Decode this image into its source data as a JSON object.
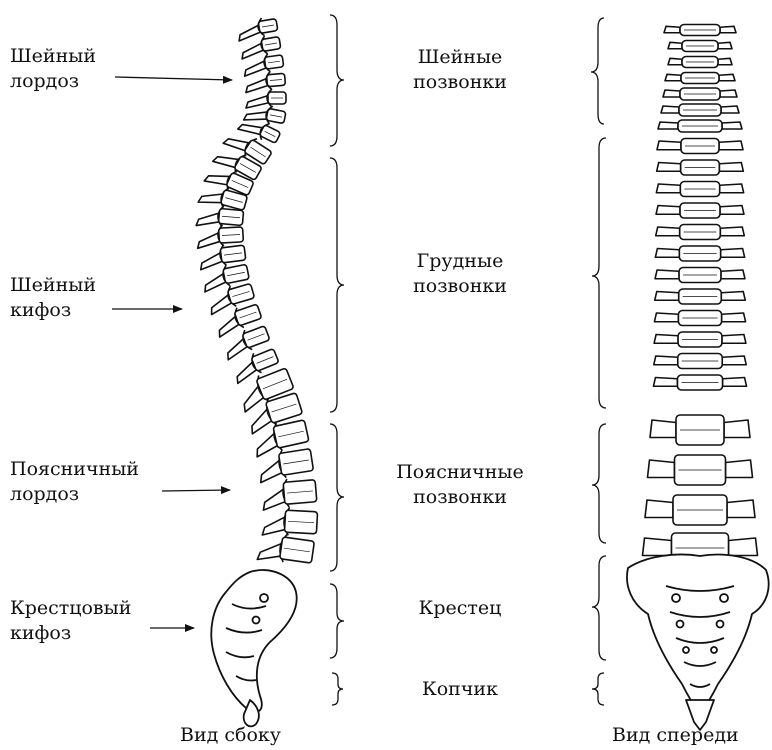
{
  "left_labels": [
    {
      "line1": "Шейный",
      "line2": "лордоз"
    },
    {
      "line1": "Шейный",
      "line2": "кифоз"
    },
    {
      "line1": "Поясничный",
      "line2": "лордоз"
    },
    {
      "line1": "Крестцовый",
      "line2": "кифоз"
    }
  ],
  "regions": [
    {
      "line1": "Шейные",
      "line2": "позвонки"
    },
    {
      "line1": "Грудные",
      "line2": "позвонки"
    },
    {
      "line1": "Поясничные",
      "line2": "позвонки"
    },
    {
      "line1": "Крестец",
      "line2": ""
    },
    {
      "line1": "Копчик",
      "line2": ""
    }
  ],
  "captions": {
    "side_view": "Вид сбоку",
    "front_view": "Вид спереди"
  },
  "colors": {
    "ink": "#111111",
    "bone": "#ffffff"
  }
}
